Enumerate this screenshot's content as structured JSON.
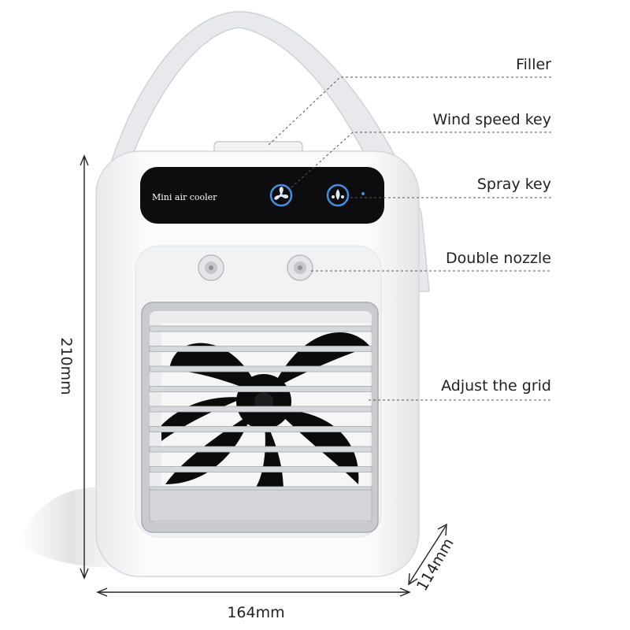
{
  "product": {
    "brand_text": "Mini air cooler"
  },
  "callouts": {
    "filler": "Filler",
    "wind_speed_key": "Wind speed key",
    "spray_key": "Spray key",
    "double_nozzle": "Double nozzle",
    "adjust_grid": "Adjust the grid"
  },
  "dimensions": {
    "height": "210mm",
    "width": "164mm",
    "depth": "114mm"
  },
  "colors": {
    "body": "#f4f5f7",
    "panel": "#0d0d10",
    "strap": "#e6e7ea",
    "grid": "#d2d4d8",
    "accent": "#4a8bdc"
  }
}
